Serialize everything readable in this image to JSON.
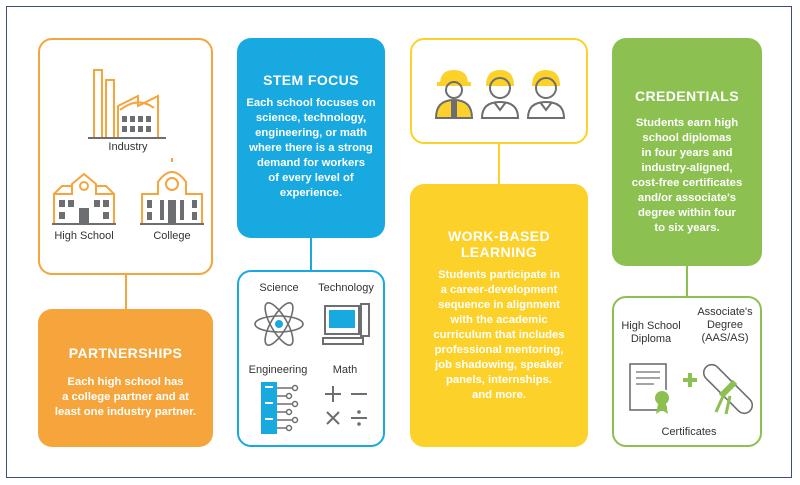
{
  "colors": {
    "orange": "#f5a53c",
    "blue": "#18a9e1",
    "yellow": "#fcd12a",
    "green": "#8cc152",
    "border": "#3d4f7c",
    "icon": "#6d6e71"
  },
  "partnerships": {
    "labels": {
      "industry": "Industry",
      "high_school": "High School",
      "college": "College"
    },
    "title": "PARTNERSHIPS",
    "body": [
      "Each high school has",
      "a college partner and at",
      "least one industry partner."
    ]
  },
  "stem": {
    "title": "STEM FOCUS",
    "body": [
      "Each school focuses on",
      "science, technology,",
      "engineering, or math",
      "where there is a strong",
      "demand for workers",
      "of every level of",
      "experience."
    ],
    "labels": {
      "science": "Science",
      "technology": "Technology",
      "engineering": "Engineering",
      "math": "Math"
    }
  },
  "work": {
    "title": [
      "WORK-BASED",
      "LEARNING"
    ],
    "body": [
      "Students participate in",
      "a career-development",
      "sequence in alignment",
      "with the academic",
      "curriculum that includes",
      "professional mentoring,",
      "job shadowing, speaker",
      "panels, internships.",
      "and more."
    ]
  },
  "credentials": {
    "title": "CREDENTIALS",
    "body": [
      "Students earn high",
      "school diplomas",
      "in four years and",
      "industry-aligned,",
      "cost-free certificates",
      "and/or associate's",
      "degree within four",
      "to six years."
    ],
    "labels": {
      "hs_diploma": [
        "High School",
        "Diploma"
      ],
      "associates": [
        "Associate's",
        "Degree",
        "(AAS/AS)"
      ],
      "certificates": "Certificates"
    }
  }
}
